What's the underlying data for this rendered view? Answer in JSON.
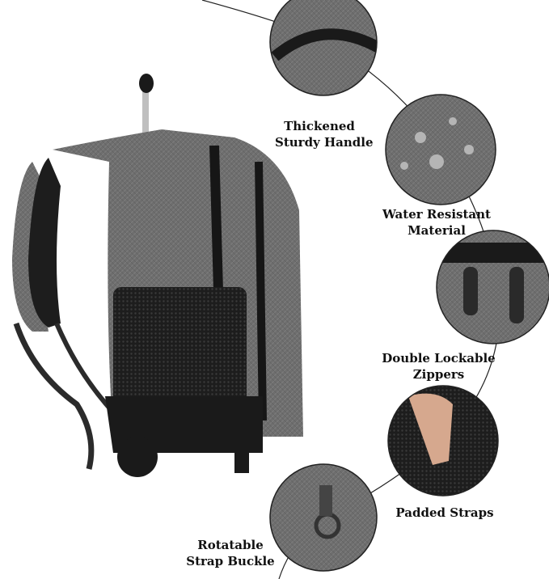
{
  "features": [
    {
      "line1": "Thickened",
      "line2": "Sturdy Handle",
      "icon": "handle-closeup"
    },
    {
      "line1": "Water Resistant",
      "line2": "Material",
      "icon": "water-droplets-closeup"
    },
    {
      "line1": "Double Lockable",
      "line2": "Zippers",
      "icon": "zipper-closeup"
    },
    {
      "line1": "Padded Straps",
      "line2": "",
      "icon": "padded-strap-closeup"
    },
    {
      "line1": "Rotatable",
      "line2": "Strap Buckle",
      "icon": "buckle-closeup"
    }
  ],
  "colors": {
    "fabric": "#6b6b6b",
    "trim": "#1c1c1c",
    "text": "#111111"
  }
}
